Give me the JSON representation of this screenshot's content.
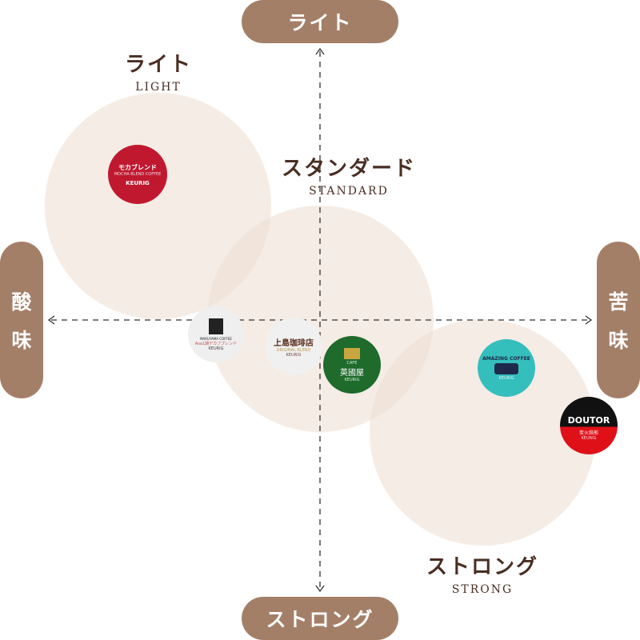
{
  "axes": {
    "top": "ライト",
    "bottom": "ストロング",
    "left": [
      "酸",
      "味"
    ],
    "right": [
      "苦",
      "味"
    ]
  },
  "zones": [
    {
      "jp": "ライト",
      "en": "LIGHT"
    },
    {
      "jp": "スタンダード",
      "en": "STANDARD"
    },
    {
      "jp": "ストロング",
      "en": "STRONG"
    }
  ],
  "pods": [
    {
      "name": "モカブレンド",
      "sub": "MOCHA BLEND COFFEE",
      "brand": "KEURIG",
      "bg": "#c0182f",
      "fg": "#ffffff"
    },
    {
      "name": "MARUYAMA COFFEE",
      "sub": "Asa1期デカフブレンド",
      "brand": "KEURIG",
      "bg": "#efefef",
      "fg": "#222222"
    },
    {
      "name": "上島珈琲店",
      "sub": "ORIGINAL BLEND",
      "brand": "KEURIG",
      "bg": "#f0f0f0",
      "fg": "#5a2a1a"
    },
    {
      "name": "英國屋",
      "sub": "CAFE",
      "brand": "KEURIG",
      "bg": "#1e6b2c",
      "fg": "#ffffff"
    },
    {
      "name": "AMAZING COFFEE",
      "sub": "KEURIG",
      "brand": "",
      "bg": "#34bfbd",
      "fg": "#1f2a4a"
    },
    {
      "name": "DOUTOR",
      "sub": "炭火焙煎",
      "brand": "KEURIG",
      "bg": "#111111",
      "fg": "#ffffff"
    }
  ]
}
